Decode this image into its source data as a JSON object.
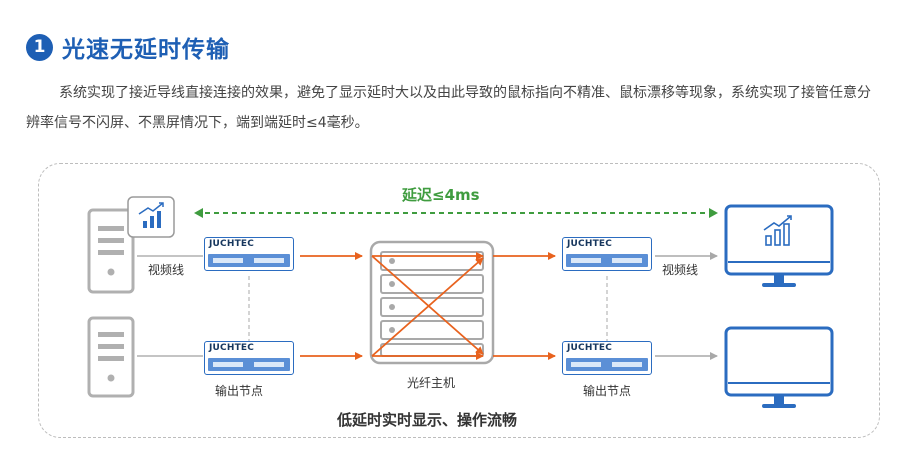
{
  "heading": {
    "number": "1",
    "title": "光速无延时传输"
  },
  "paragraph": "系统实现了接近导线直接连接的效果，避免了显示延时大以及由此导致的鼠标指向不精准、鼠标漂移等现象，系统实现了接管任意分辨率信号不闪屏、不黑屏情况下，端到端延时≤4毫秒。",
  "diagram": {
    "latency_label": "延迟≤4ms",
    "brand": "JUCHTEC",
    "left_video_label": "视频线",
    "right_video_label": "视频线",
    "left_node_label": "输出节点",
    "right_node_label": "输出节点",
    "switch_label": "光纤主机",
    "caption": "低延时实时显示、操作流畅",
    "colors": {
      "accent": "#1e5fb4",
      "device": "#2b6cc0",
      "arrow": "#e8621e",
      "latency": "#3f9c3f",
      "gray": "#9a9a9a"
    }
  }
}
